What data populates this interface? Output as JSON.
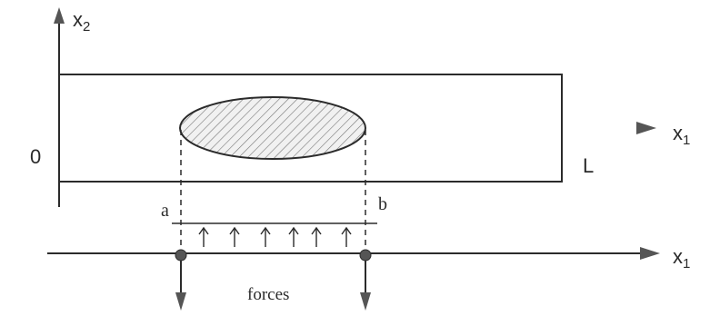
{
  "diagram": {
    "labels": {
      "x2": "x",
      "x2_sub": "2",
      "x1_top": "x",
      "x1_top_sub": "1",
      "x1_bottom": "x",
      "x1_bottom_sub": "1",
      "origin": "0",
      "length": "L",
      "point_a": "a",
      "point_b": "b",
      "forces": "forces"
    },
    "colors": {
      "ink": "#2b2b2b",
      "axis_left": "#5aa6b8",
      "axis_right": "#b0387a",
      "arrow_head": "#555555",
      "node": "#555555",
      "hatch": "#777777"
    }
  }
}
